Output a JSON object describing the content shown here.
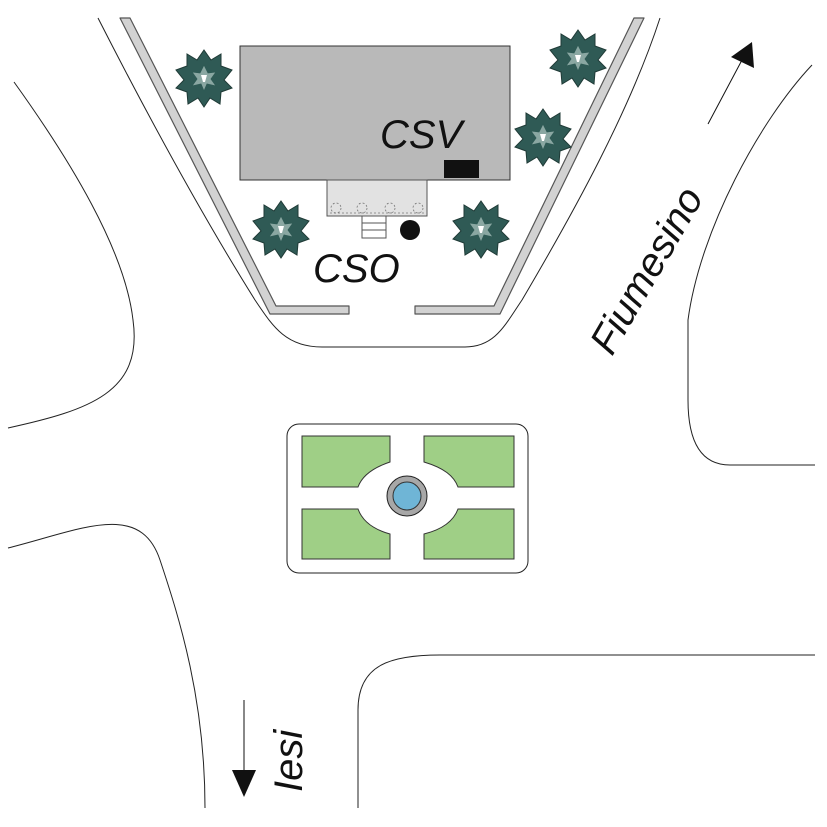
{
  "labels": {
    "csv": "CSV",
    "cso": "CSO",
    "fiumesino": "Fiumesino",
    "iesi": "Iesi"
  },
  "colors": {
    "background": "#ffffff",
    "road_line": "#222222",
    "wall_fill": "#d2d2d2",
    "wall_stroke": "#555555",
    "building": "#b9b9b9",
    "canopy": "#e2e2e2",
    "lawn": "#9fcf86",
    "lawn_stroke": "#333333",
    "fountain_water": "#6fb5d6",
    "fountain_ring": "#a7a7a7",
    "marker": "#111111",
    "tree_dark": "#2f5a55",
    "tree_light": "#8aa7a2"
  },
  "icons": {
    "tree": "tree-icon",
    "arrow": "arrow-icon",
    "cso_point": "filled-circle-icon",
    "csv_point": "filled-rectangle-icon"
  }
}
